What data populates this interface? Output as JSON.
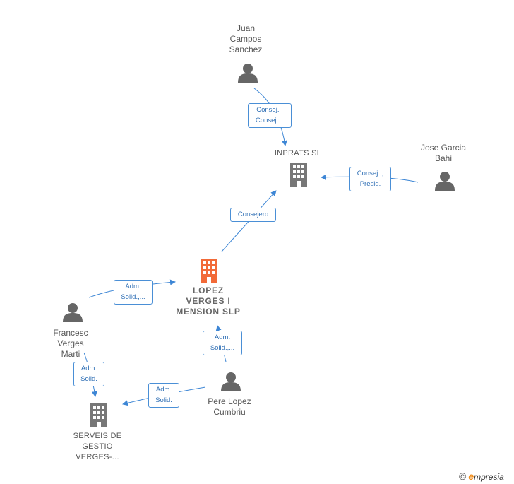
{
  "colors": {
    "edge": "#3d86d5",
    "person": "#666666",
    "company": "#777777",
    "main_company": "#f26a38"
  },
  "nodes": {
    "juan": {
      "name": "Juan\nCampos\nSanchez"
    },
    "inprats": {
      "name": "INPRATS SL"
    },
    "jose": {
      "name": "Jose Garcia\nBahi"
    },
    "lopez": {
      "name": "LOPEZ\nVERGES I\nMENSION  SLP"
    },
    "francesc": {
      "name": "Francesc\nVerges\nMarti"
    },
    "pere": {
      "name": "Pere Lopez\nCumbriu"
    },
    "serveis": {
      "name": "SERVEIS DE\nGESTIO\nVERGES-..."
    }
  },
  "edges": {
    "juan_inprats": "Consej. ,\nConsej....",
    "jose_inprats": "Consej. ,\nPresid.",
    "lopez_inprats": "Consejero",
    "francesc_lopez": "Adm.\nSolid.,...",
    "pere_lopez": "Adm.\nSolid.,...",
    "francesc_serveis": "Adm.\nSolid.",
    "pere_serveis": "Adm.\nSolid."
  },
  "footer": {
    "copyright": "©",
    "brand_e": "e",
    "brand_rest": "mpresia"
  }
}
